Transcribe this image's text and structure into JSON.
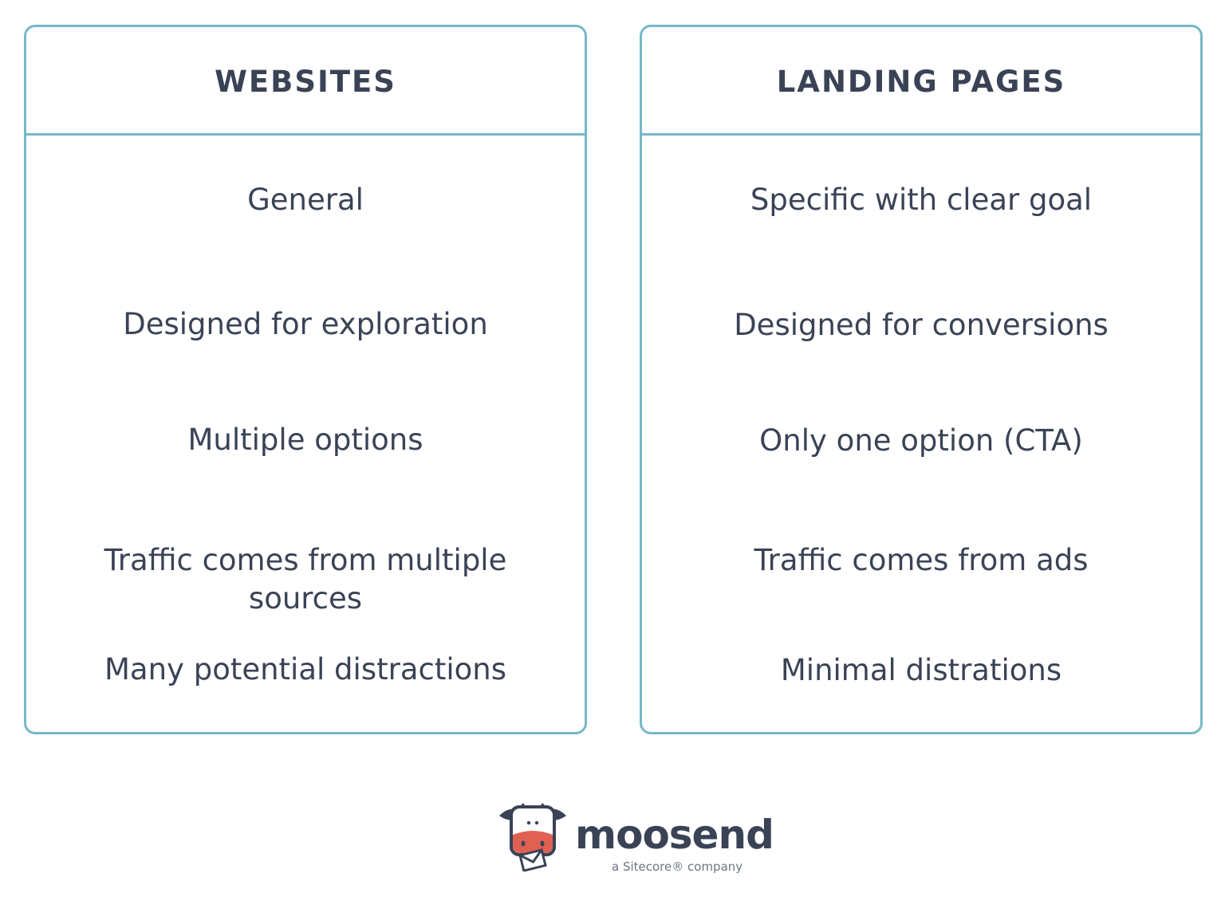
{
  "colors": {
    "border": "#76b8c8",
    "text": "#3a4356",
    "muzzle": "#e06052",
    "tagline": "#6e7482"
  },
  "cards": [
    {
      "title": "WEBSITES",
      "rows": [
        "General",
        "Designed for exploration",
        "Multiple options",
        "Traffic comes from multiple sources",
        "Many potential distractions"
      ]
    },
    {
      "title": "LANDING PAGES",
      "rows": [
        "Specific with clear goal",
        "Designed for conversions",
        "Only one option (CTA)",
        "Traffic comes from ads",
        "Minimal distrations"
      ]
    }
  ],
  "logo": {
    "icon": "cow-envelope-icon",
    "wordmark": "moosend",
    "tagline": "a Sitecore® company"
  }
}
